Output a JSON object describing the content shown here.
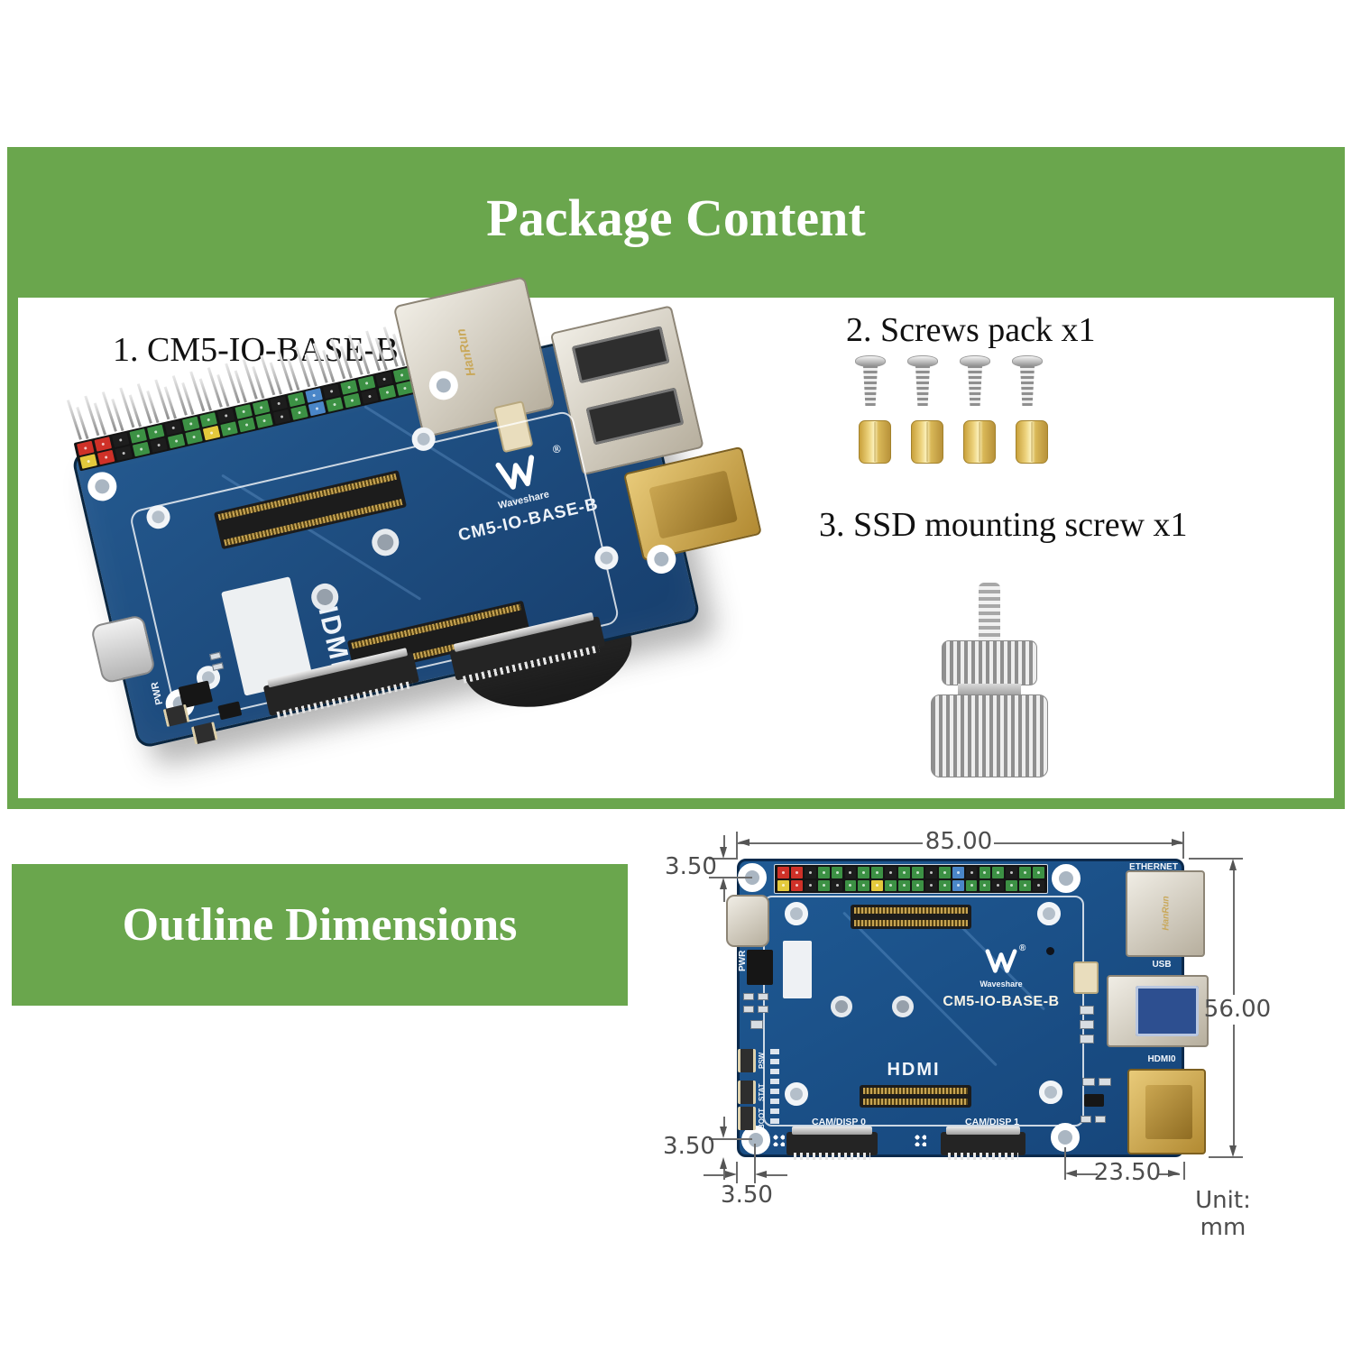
{
  "colors": {
    "green": "#6aa64d",
    "board_blue": "#1c5288",
    "board_edge": "#0b2a4c",
    "dim_text": "#4d4d4d",
    "gold": "#d8b54f"
  },
  "package_section": {
    "title": "Package Content",
    "item1_label": "1. CM5-IO-BASE-B x1",
    "item2_label": "2. Screws pack x1",
    "item3_label": "3. SSD mounting screw x1",
    "screw_count": 4,
    "standoff_count": 4
  },
  "board": {
    "brand": "Waveshare",
    "brand_reg": "®",
    "model": "CM5-IO-BASE-B",
    "hdmi_silk": "HDMI",
    "ethernet_marking": "HanRun",
    "labels": {
      "ethernet": "ETHERNET",
      "usb": "USB",
      "hdmi0": "HDMI0",
      "pwr": "PWR",
      "psw": "PSW",
      "stat": "STAT",
      "boot": "BOOT",
      "cam_disp_0": "CAM/DISP 0",
      "cam_disp_1": "CAM/DISP 1"
    },
    "gpio_pins": [
      [
        "#cf3128",
        "#e4c93c"
      ],
      [
        "#cf3128",
        "#cf3128"
      ],
      [
        "#1d1d1d",
        "#1d1d1d"
      ],
      [
        "#3c9144",
        "#3c9144"
      ],
      [
        "#3c9144",
        "#1d1d1d"
      ],
      [
        "#1d1d1d",
        "#3c9144"
      ],
      [
        "#3c9144",
        "#3c9144"
      ],
      [
        "#3c9144",
        "#e4c93c"
      ],
      [
        "#1d1d1d",
        "#3c9144"
      ],
      [
        "#3c9144",
        "#3c9144"
      ],
      [
        "#3c9144",
        "#3c9144"
      ],
      [
        "#1d1d1d",
        "#1d1d1d"
      ],
      [
        "#3c9144",
        "#3c9144"
      ],
      [
        "#4a86c8",
        "#4a86c8"
      ],
      [
        "#1d1d1d",
        "#3c9144"
      ],
      [
        "#3c9144",
        "#3c9144"
      ],
      [
        "#3c9144",
        "#1d1d1d"
      ],
      [
        "#1d1d1d",
        "#3c9144"
      ],
      [
        "#3c9144",
        "#3c9144"
      ],
      [
        "#3c9144",
        "#1d1d1d"
      ]
    ]
  },
  "outline_section": {
    "title": "Outline Dimensions",
    "unit_note": "Unit: mm",
    "dims": {
      "board_width": "85.00",
      "board_height": "56.00",
      "hole_top": "3.50",
      "hole_bottom": "3.50",
      "hole_left": "3.50",
      "hdmi_to_edge": "23.50"
    }
  }
}
